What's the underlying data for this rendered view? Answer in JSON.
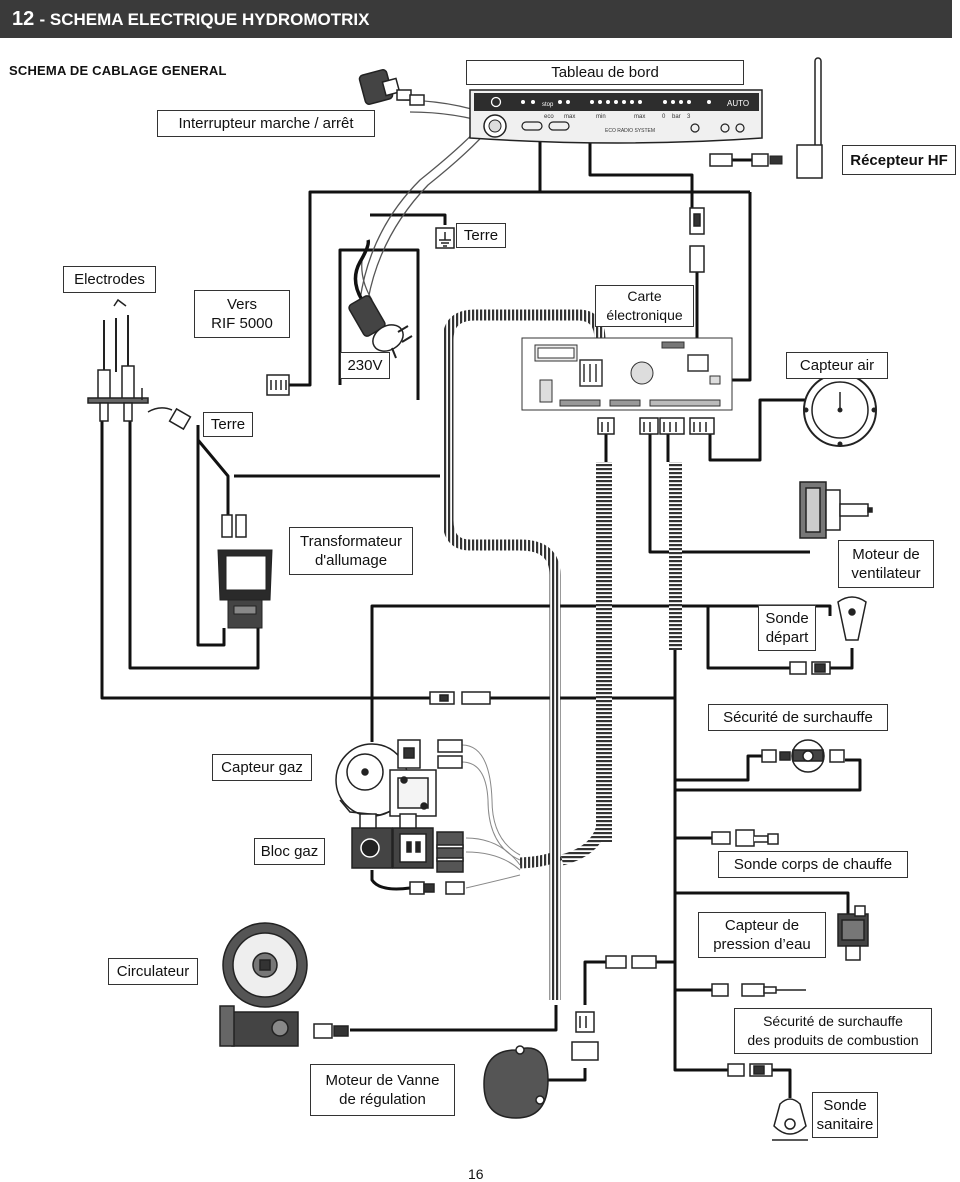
{
  "header": {
    "number": "12",
    "title": "- SCHEMA ELECTRIQUE HYDROMOTRIX"
  },
  "subtitle": "SCHEMA DE CABLAGE GENERAL",
  "labels": {
    "tableau": "Tableau de bord",
    "interrupteur": "Interrupteur marche / arrêt",
    "recepteur": "Récepteur HF",
    "terre1": "Terre",
    "electrodes": "Electrodes",
    "vers1": "Vers",
    "vers2": "RIF 5000",
    "carte1": "Carte",
    "carte2": "électronique",
    "v230": "230V",
    "capteur_air": "Capteur air",
    "terre2": "Terre",
    "transfo1": "Transformateur",
    "transfo2": "d'allumage",
    "moteur_vent1": "Moteur de",
    "moteur_vent2": "ventilateur",
    "sonde_dep1": "Sonde",
    "sonde_dep2": "départ",
    "securite": "Sécurité de surchauffe",
    "capteur_gaz": "Capteur gaz",
    "bloc_gaz": "Bloc gaz",
    "sonde_corps": "Sonde corps de chauffe",
    "capteur_pres1": "Capteur de",
    "capteur_pres2": "pression d’eau",
    "circulateur": "Circulateur",
    "secu_prod1": "Sécurité de surchauffe",
    "secu_prod2": "des produits de combustion",
    "moteur_vanne1": "Moteur de Vanne",
    "moteur_vanne2": "de régulation",
    "sonde_san1": "Sonde",
    "sonde_san2": "sanitaire"
  },
  "panel": {
    "stop": "stop",
    "eco": "eco",
    "max": "max",
    "min": "min",
    "max2": "max",
    "zero": "0",
    "bar": "bar",
    "three": "3",
    "auto": "AUTO",
    "eco_radio": "ECO RADIO SYSTEM"
  },
  "page_number": "16"
}
